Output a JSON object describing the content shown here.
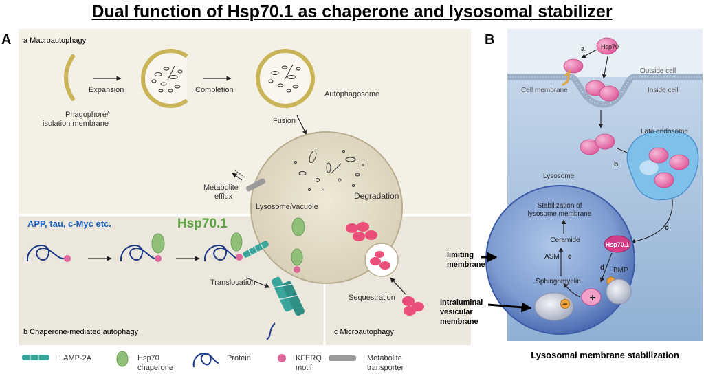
{
  "title": "Dual function of Hsp70.1 as chaperone and lysosomal stabilizer",
  "panel_a": {
    "letter": "A",
    "macro": {
      "label": "a  Macroautophagy",
      "expansion": "Expansion",
      "completion": "Completion",
      "phagophore_1": "Phagophore/",
      "phagophore_2": "isolation membrane",
      "autophagosome": "Autophagosome",
      "fusion": "Fusion",
      "metabolite_1": "Metabolite",
      "metabolite_2": "efflux",
      "lysosome_vacuole": "Lysosome/vacuole",
      "degradation": "Degradation"
    },
    "cma": {
      "substrates": "APP, tau, c-Myc etc.",
      "hsp": "Hsp70.1",
      "translocation": "Translocation",
      "label": "b  Chaperone-mediated autophagy"
    },
    "micro": {
      "sequestration": "Sequestration",
      "label": "c  Microautophagy"
    }
  },
  "legend": [
    {
      "icon": "lamp2a-icon",
      "line1": "LAMP-2A",
      "line2": ""
    },
    {
      "icon": "hsp70-chaperone-icon",
      "line1": "Hsp70",
      "line2": "chaperone"
    },
    {
      "icon": "protein-icon",
      "line1": "Protein",
      "line2": ""
    },
    {
      "icon": "kferq-motif-icon",
      "line1": "KFERQ",
      "line2": "motif"
    },
    {
      "icon": "metabolite-transporter-icon",
      "line1": "Metabolite",
      "line2": "transporter"
    }
  ],
  "panel_b": {
    "letter": "B",
    "step_a": "a",
    "hsp70": "Hsp70",
    "outside": "Outside cell",
    "inside": "Inside cell",
    "cell_membrane": "Cell membrane",
    "late_endosome": "Late endosome",
    "step_b": "b",
    "lysosome": "Lysosome",
    "stab_1": "Stabilization of",
    "stab_2": "lysosome membrane",
    "ceramide": "Ceramide",
    "asm": "ASM",
    "step_e": "e",
    "sphingomyelin": "Sphingomyelin",
    "step_c": "c",
    "hsp701": "Hsp70.1",
    "step_d": "d",
    "bmp": "BMP",
    "plus": "+",
    "minus": "−",
    "limiting_1": "limiting",
    "limiting_2": "membrane",
    "intra_1": "Intraluminal",
    "intra_2": "vesicular",
    "intra_3": "membrane",
    "caption": "Lysosomal membrane stabilization"
  },
  "colors": {
    "panel_a_bg": "#f3f0e6",
    "cma_bg": "#efece3",
    "panel_b_bg": "#8fb0d4",
    "lysosome_fill": "#e3dcc8",
    "membrane_gold": "#c9b457",
    "hsp_green": "#5fa344",
    "substrate_blue": "#1f63c0",
    "hsp70_pink": "#e66fa8",
    "kferq_pink": "#e0679c",
    "protein_blue": "#1c3a8a",
    "lamp_teal": "#3aa59a"
  }
}
